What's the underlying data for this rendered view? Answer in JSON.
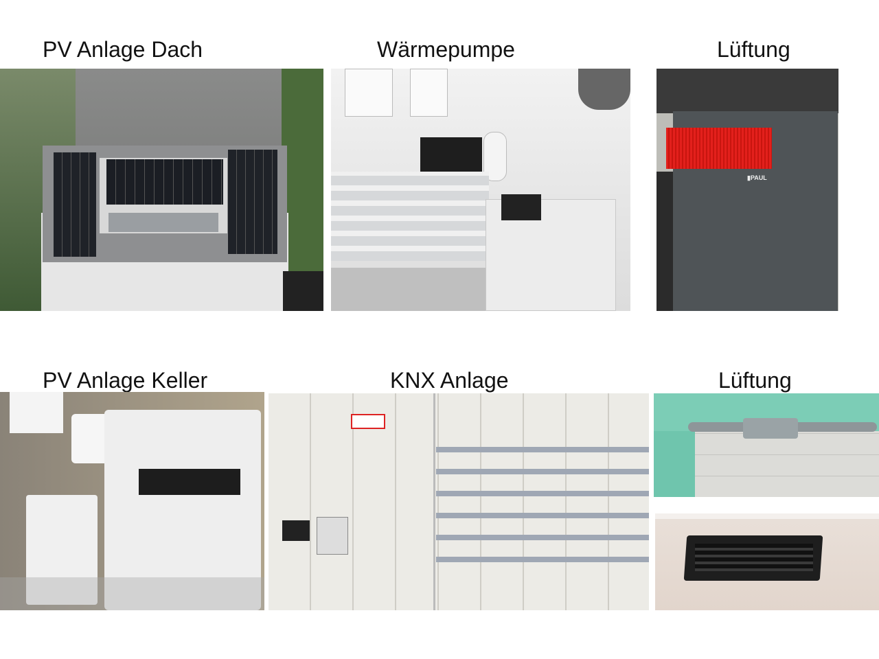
{
  "panels": [
    {
      "title": "PV Anlage Dach"
    },
    {
      "title": "Wärmepumpe"
    },
    {
      "title": "Lüftung"
    },
    {
      "title": "PV Anlage Keller"
    },
    {
      "title": "KNX Anlage"
    },
    {
      "title": "Lüftung"
    }
  ]
}
